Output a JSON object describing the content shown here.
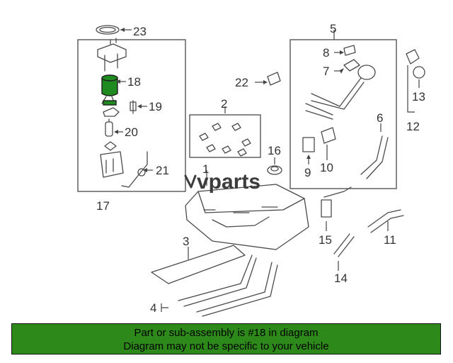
{
  "callouts": {
    "c1": "1",
    "c2": "2",
    "c3": "3",
    "c4": "4",
    "c5": "5",
    "c6": "6",
    "c7": "7",
    "c8": "8",
    "c9": "9",
    "c10": "10",
    "c11": "11",
    "c12": "12",
    "c13": "13",
    "c14": "14",
    "c15": "15",
    "c16": "16",
    "c17": "17",
    "c18": "18",
    "c19": "19",
    "c20": "20",
    "c21": "21",
    "c22": "22",
    "c23": "23"
  },
  "watermark": {
    "text": "vparts"
  },
  "highlighted_part": "18",
  "colors": {
    "highlight": "#1f8a1f",
    "banner": "#2d8a1a"
  },
  "banner": {
    "line1": "Part or sub-assembly is #18 in diagram",
    "line2": "Diagram may not be specific to your vehicle"
  }
}
